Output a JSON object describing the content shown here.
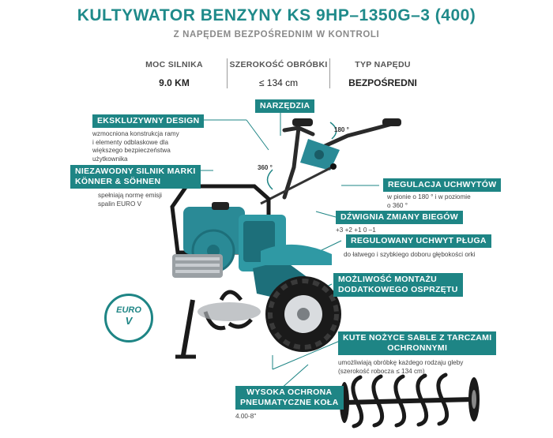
{
  "header": {
    "title": "KULTYWATOR BENZYNY KS 9HP–1350G–3 (400)",
    "subtitle": "Z NAPĘDEM BEZPOŚREDNIM W KONTROLI"
  },
  "specs": [
    {
      "label": "MOC SILNIKA",
      "value": "9.0 KM"
    },
    {
      "label": "SZEROKOŚĆ OBRÓBKI",
      "value": "≤ 134 cm"
    },
    {
      "label": "TYP NAPĘDU",
      "value": "BEZPOŚREDNI"
    }
  ],
  "features": {
    "design": {
      "tag": "EKSKLUZYWNY DESIGN",
      "desc": [
        "wzmocniona konstrukcja ramy",
        "i elementy odblaskowe dla",
        "większego bezpieczeństwa",
        "użytkownika"
      ]
    },
    "engine": {
      "tag": [
        "NIEZAWODNY SILNIK MARKI",
        "KÖNNER & SÖHNEN"
      ],
      "desc": [
        "spełniają normę emisji",
        "spalin EURO V"
      ]
    },
    "tools": {
      "tag": "NARZĘDZIA"
    },
    "handle": {
      "tag": "REGULACJA UCHWYTÓW",
      "desc": [
        "w pionie o 180 ° i w poziomie",
        "o 360 °"
      ]
    },
    "gear": {
      "tag": "DŹWIGNIA ZMIANY BIEGÓW",
      "desc": "+3 +2 +1 0 –1"
    },
    "plough": {
      "tag": "REGULOWANY UCHWYT PŁUGA",
      "desc": "do łatwego i szybkiego doboru głębokości orki"
    },
    "mount": {
      "tag": [
        "MOŻLIWOŚĆ MONTAŻU",
        "DODATKOWEGO OSPRZĘTU"
      ]
    },
    "tines": {
      "tag": [
        "KUTE NOŻYCE SABLE Z TARCZAMI",
        "OCHRONNYMI"
      ],
      "desc": [
        "umożliwiają obróbkę każdego rodzaju gleby",
        "(szerokość robocza ≤ 134 cm)"
      ]
    },
    "wheels": {
      "tag": [
        "WYSOKA OCHRONA",
        "PNEUMATYCZNE KOŁA"
      ],
      "desc": "4.00-8\""
    }
  },
  "angles": {
    "top": "180 °",
    "left": "360 °"
  },
  "euro_badge": {
    "line1": "EURO",
    "line2": "V"
  },
  "colors": {
    "accent": "#1e8585",
    "body": "#2a8a96",
    "dark": "#222222"
  }
}
